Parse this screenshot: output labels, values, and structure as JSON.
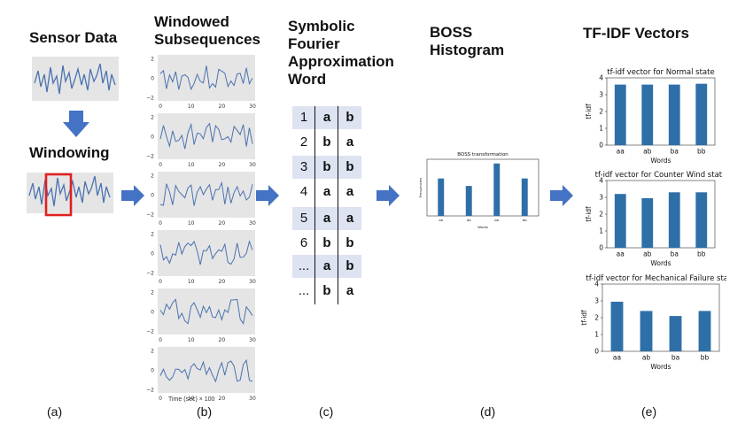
{
  "headings": {
    "sensor_data": "Sensor Data",
    "windowing": "Windowing",
    "windowed_subsequences": "Windowed Subsequences",
    "sfa_word": "Symbolic Fourier Approximation Word",
    "boss_histogram": "BOSS Histogram",
    "tfidf_vectors": "TF-IDF Vectors"
  },
  "panel_labels": [
    "(a)",
    "(b)",
    "(c)",
    "(d)",
    "(e)"
  ],
  "colors": {
    "line": "#4a72b0",
    "bar": "#2f6fa8",
    "arrow": "#4472c4",
    "window": "#e02020",
    "plot_bg": "#e5e5e5",
    "table_band": "#dde3f1"
  },
  "icons": {
    "arrow": "right-arrow-icon",
    "down": "down-arrow-icon"
  },
  "subsequences": {
    "xlabel": "Time (sec) × 100",
    "y_ticks": [
      "2",
      "0",
      "−2"
    ],
    "x_ticks": [
      "0",
      "10",
      "20",
      "30"
    ]
  },
  "sfa_table": {
    "rows": [
      [
        "1",
        "a",
        "b"
      ],
      [
        "2",
        "b",
        "a"
      ],
      [
        "3",
        "b",
        "b"
      ],
      [
        "4",
        "a",
        "a"
      ],
      [
        "5",
        "a",
        "a"
      ],
      [
        "6",
        "b",
        "b"
      ],
      [
        "...",
        "a",
        "b"
      ],
      [
        "...",
        "b",
        "a"
      ]
    ]
  },
  "chart_data": [
    {
      "type": "bar",
      "title": "BOSS transformation",
      "categories": [
        "aa",
        "ab",
        "ba",
        "bb"
      ],
      "values": [
        5,
        4,
        7,
        5
      ],
      "xlabel": "Words",
      "ylabel": "Frequencies"
    },
    {
      "type": "bar",
      "title": "tf-idf vector for Normal state",
      "categories": [
        "aa",
        "ab",
        "ba",
        "bb"
      ],
      "values": [
        3.6,
        3.6,
        3.6,
        3.65
      ],
      "xlabel": "Words",
      "ylabel": "tf-idf",
      "ylim": [
        0,
        4
      ],
      "y_ticks": [
        0,
        1,
        2,
        3,
        4
      ]
    },
    {
      "type": "bar",
      "title": "tf-idf vector for Counter Wind state",
      "categories": [
        "aa",
        "ab",
        "ba",
        "bb"
      ],
      "values": [
        3.2,
        2.95,
        3.3,
        3.3
      ],
      "xlabel": "Words",
      "ylabel": "tf-idf",
      "ylim": [
        0,
        4
      ],
      "y_ticks": [
        0,
        1,
        2,
        3,
        4
      ]
    },
    {
      "type": "bar",
      "title": "tf-idf vector for Mechanical Failure state",
      "categories": [
        "aa",
        "ab",
        "ba",
        "bb"
      ],
      "values": [
        2.95,
        2.4,
        2.1,
        2.4
      ],
      "xlabel": "Words",
      "ylabel": "tf-idf",
      "ylim": [
        0,
        4
      ],
      "y_ticks": [
        0,
        1,
        2,
        3,
        4
      ]
    }
  ]
}
